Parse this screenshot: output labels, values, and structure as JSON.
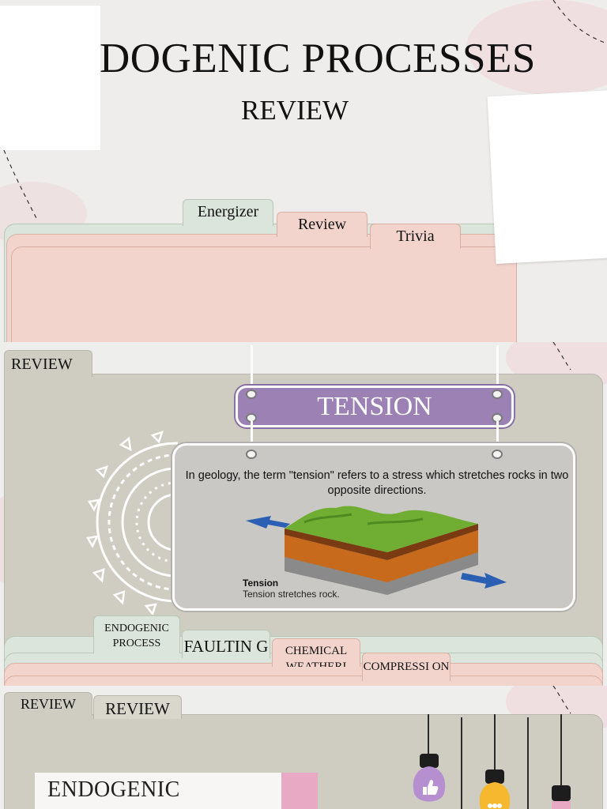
{
  "slide1": {
    "title": "DOGENIC PROCESSES",
    "subtitle": "REVIEW",
    "tabs": [
      "Energizer",
      "Review",
      "Trivia"
    ]
  },
  "slide2": {
    "folder_tab": "REVIEW",
    "sign_label": "TENSION",
    "definition": "In geology, the term \"tension\" refers to a stress which stretches rocks in two opposite directions.",
    "diagram_title": "Tension",
    "diagram_caption": "Tension stretches rock.",
    "bottom_tabs": [
      {
        "label": "ENDOGENIC PROCESS"
      },
      {
        "label": "FAULTIN G"
      },
      {
        "label": "CHEMICAL WEATHERI"
      },
      {
        "label": "COMPRESSI ON"
      }
    ]
  },
  "slide3": {
    "tab_small": "REVIEW",
    "tab_main": "REVIEW",
    "card_text": "ENDOGENIC"
  },
  "colors": {
    "folder_green": "#dbe5db",
    "folder_pink": "#f2d4cc",
    "folder_gray": "#cfcdc2",
    "sign_purple": "#9c82b4",
    "accent_pink": "#e8a9c4",
    "bulb_purple": "#b58fd0",
    "bulb_yellow": "#f5b82e"
  }
}
